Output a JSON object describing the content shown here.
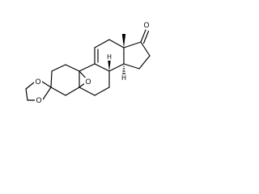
{
  "structure": {
    "atom_labels": {
      "ketone_oxygen": "O",
      "epoxide_oxygen": "O",
      "ketal_oxygen_upper": "O",
      "ketal_oxygen_lower": "O",
      "h_8": "H",
      "h_14": "H"
    },
    "stereo": {
      "c13_methyl": "wedge",
      "h_8": "wedge",
      "h_14": "hash"
    }
  }
}
